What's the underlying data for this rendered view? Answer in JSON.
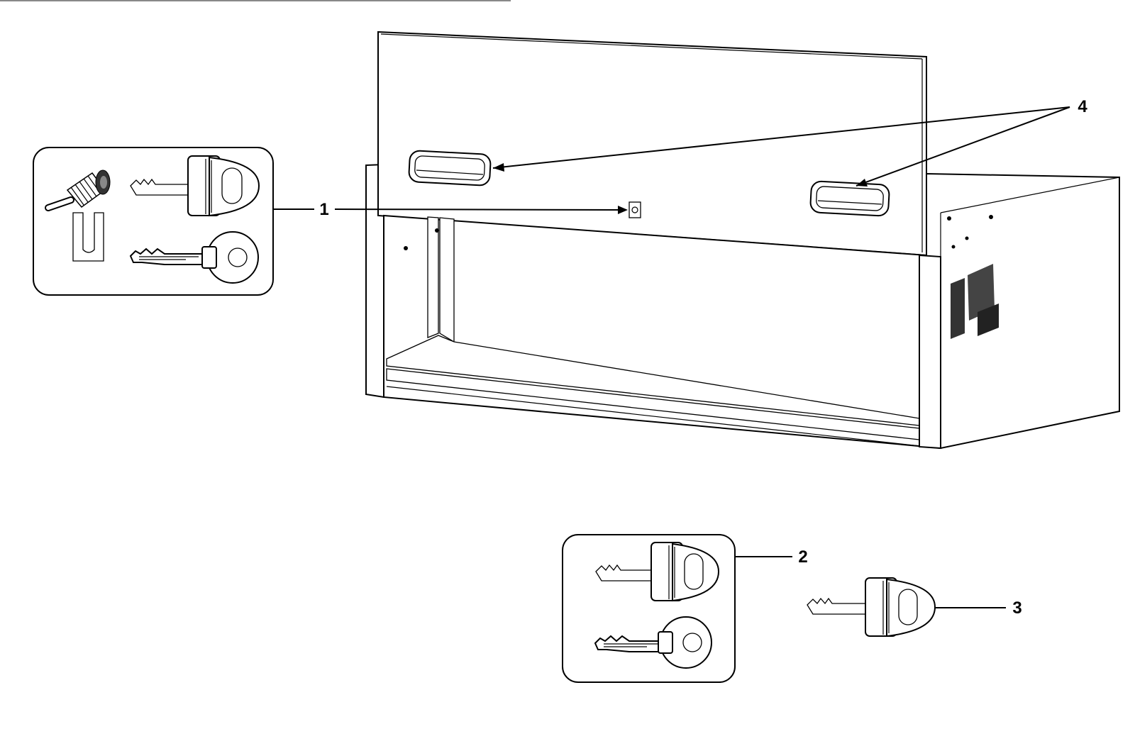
{
  "callouts": [
    {
      "id": "1",
      "label": "1"
    },
    {
      "id": "2",
      "label": "2"
    },
    {
      "id": "3",
      "label": "3"
    },
    {
      "id": "4",
      "label": "4"
    }
  ],
  "colors": {
    "line": "#000000",
    "background": "#ffffff"
  },
  "icons": {
    "lock_cylinder": "lock-cylinder-icon",
    "key_tubular": "tubular-key-icon",
    "key_round": "round-key-icon",
    "retaining_clip": "u-clip-icon",
    "handle": "recessed-handle-icon",
    "cabinet": "tool-cabinet-illustration"
  }
}
